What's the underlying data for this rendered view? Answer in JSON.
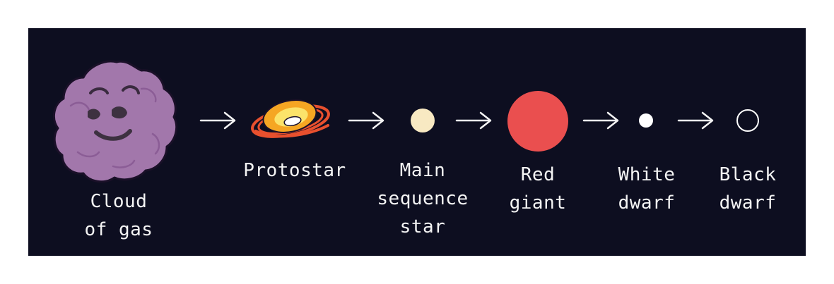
{
  "colors": {
    "background": "#0d0e20",
    "page": "#ffffff",
    "cloud": "#a277ab",
    "cloud_outline": "#1a1028",
    "protostar_outer": "#e8502e",
    "protostar_mid": "#f5a623",
    "protostar_inner": "#fbe36a",
    "main_sequence": "#f8e9c2",
    "red_giant": "#ea4f4f",
    "white_dwarf": "#ffffff",
    "text": "#f4f4f4"
  },
  "stages": [
    {
      "id": "cloud",
      "lines": [
        "Cloud",
        "of gas"
      ],
      "icon": "gas-cloud-icon"
    },
    {
      "id": "protostar",
      "lines": [
        "Protostar"
      ],
      "icon": "protostar-icon"
    },
    {
      "id": "main-sequence",
      "lines": [
        "Main",
        "sequence",
        "star"
      ],
      "icon": "main-sequence-star-icon"
    },
    {
      "id": "red-giant",
      "lines": [
        "Red",
        "giant"
      ],
      "icon": "red-giant-icon"
    },
    {
      "id": "white-dwarf",
      "lines": [
        "White",
        "dwarf"
      ],
      "icon": "white-dwarf-icon"
    },
    {
      "id": "black-dwarf",
      "lines": [
        "Black",
        "dwarf"
      ],
      "icon": "black-dwarf-icon"
    }
  ]
}
